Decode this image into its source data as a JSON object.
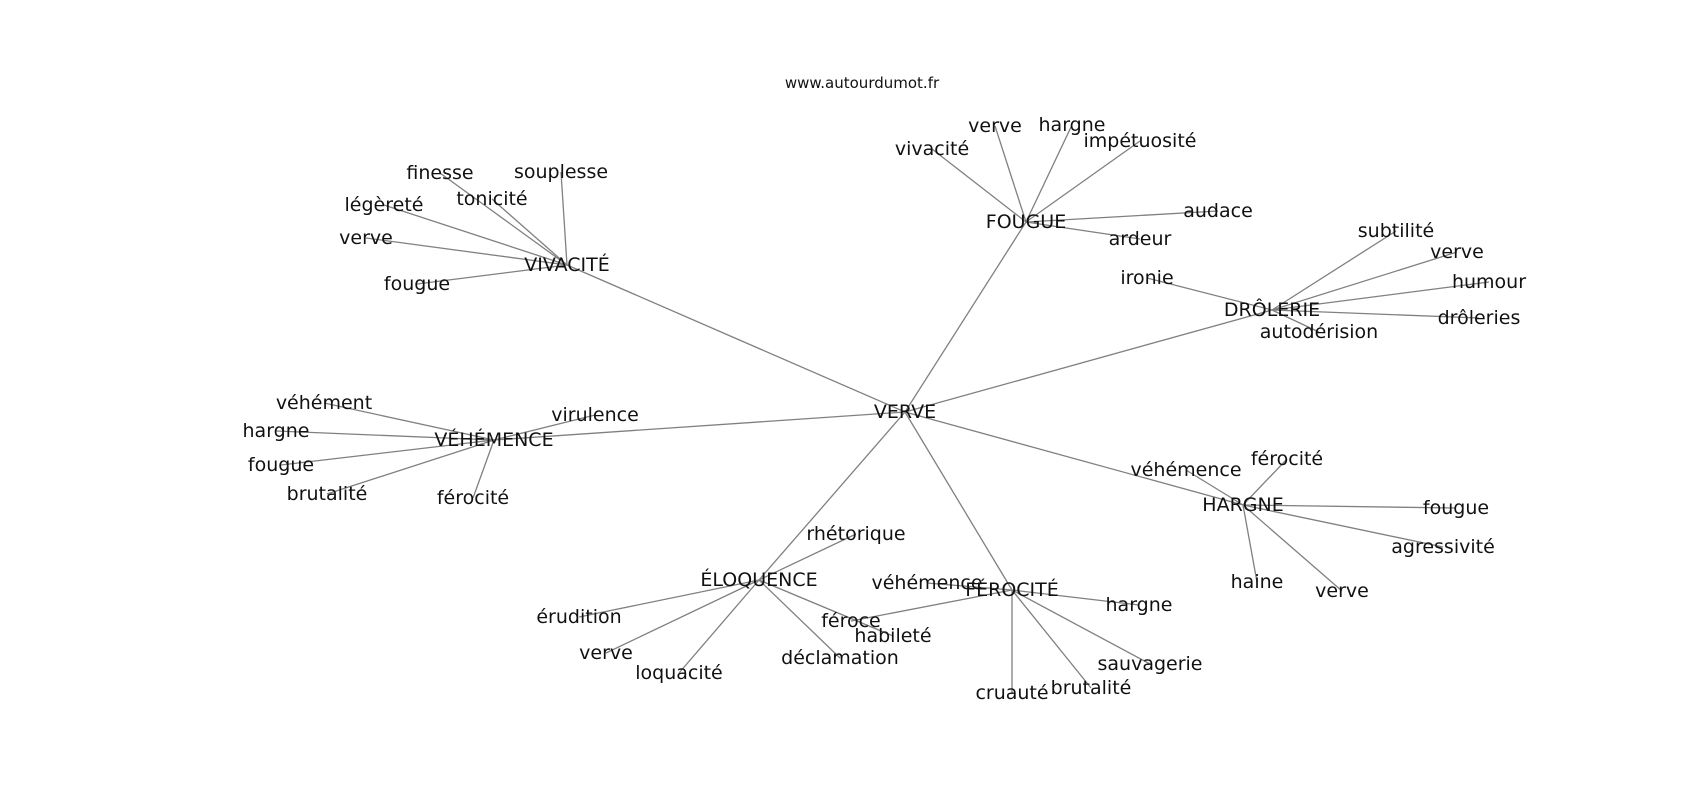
{
  "source": "www.autourdumot.fr",
  "center": "VERVE",
  "clusters": [
    {
      "id": "vivacite",
      "label": "VIVACITÉ",
      "words": [
        "finesse",
        "souplesse",
        "légèreté",
        "tonicité",
        "verve",
        "fougue"
      ]
    },
    {
      "id": "fougue",
      "label": "FOUGUE",
      "words": [
        "vivacité",
        "verve",
        "hargne",
        "impétuosité",
        "audace",
        "ardeur"
      ]
    },
    {
      "id": "drolerie",
      "label": "DRÔLERIE",
      "words": [
        "subtilité",
        "verve",
        "ironie",
        "humour",
        "drôleries",
        "autodérision"
      ]
    },
    {
      "id": "vehemence",
      "label": "VÉHÉMENCE",
      "words": [
        "véhément",
        "virulence",
        "hargne",
        "fougue",
        "brutalité",
        "férocité"
      ]
    },
    {
      "id": "hargne",
      "label": "HARGNE",
      "words": [
        "véhémence",
        "férocité",
        "fougue",
        "agressivité",
        "haine",
        "verve"
      ]
    },
    {
      "id": "eloquence",
      "label": "ÉLOQUENCE",
      "words": [
        "rhétorique",
        "érudition",
        "verve",
        "loquacité",
        "déclamation",
        "habileté"
      ]
    },
    {
      "id": "ferocite",
      "label": "FÉROCITÉ",
      "words": [
        "véhémence",
        "féroce",
        "hargne",
        "sauvagerie",
        "brutalité",
        "cruauté"
      ]
    }
  ]
}
